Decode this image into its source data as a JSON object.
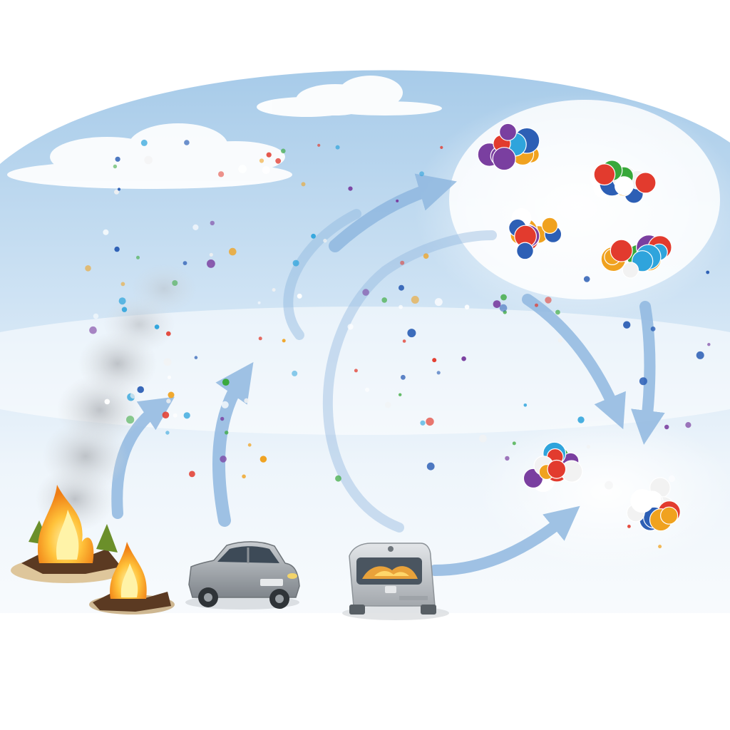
{
  "diagram": {
    "colors": {
      "sky_top": "#a9cdea",
      "sky_mid": "#dcebf7",
      "haze": "#f3f8fc",
      "arrow": "#8fb8df",
      "arrow_light": "#cfe2f3",
      "smoke": "#bfc3c8",
      "flame_outer": "#f39a1e",
      "flame_inner": "#ffe27a",
      "car_body": "#9ea3a9",
      "truck_body": "#c3c7cc",
      "particle_palette": [
        "#2fa4dc",
        "#e23b2e",
        "#38a83a",
        "#f0a21f",
        "#ffffff",
        "#2d5fb5",
        "#7a3fa0",
        "#f2f2f2"
      ]
    },
    "icons": [
      "cloud-icon",
      "fire-icon",
      "car-icon",
      "truck-icon",
      "particle-cluster-icon",
      "arrow-icon"
    ],
    "sources": [
      {
        "id": "fire",
        "icon": "fire-icon"
      },
      {
        "id": "car",
        "icon": "car-icon"
      },
      {
        "id": "truck",
        "icon": "truck-icon"
      }
    ],
    "aggregates": {
      "upper_count": 4,
      "lower_count": 2
    }
  }
}
